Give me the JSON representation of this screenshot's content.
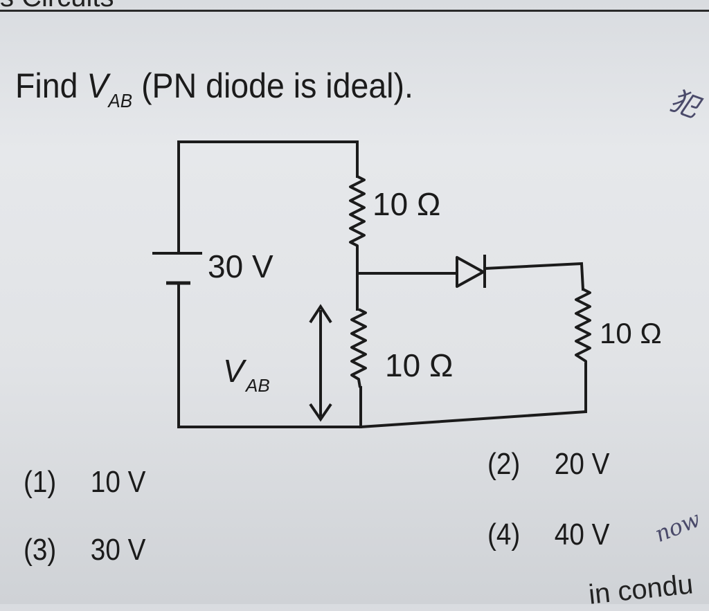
{
  "header": {
    "fragment": "s Circuits"
  },
  "question": {
    "prefix": "Find ",
    "var": "V",
    "var_sub": "AB",
    "suffix": " (PN diode is ideal)."
  },
  "circuit": {
    "source_label": "30 V",
    "r_top_label": "10 Ω",
    "r_bottom_label": "10 Ω",
    "r_right_label": "10 Ω",
    "vab_var": "V",
    "vab_sub": "AB"
  },
  "options": [
    {
      "num": "(1)",
      "text": "10 V"
    },
    {
      "num": "(2)",
      "text": "20 V"
    },
    {
      "num": "(3)",
      "text": "30 V"
    },
    {
      "num": "(4)",
      "text": "40 V"
    }
  ],
  "annotations": {
    "margin_top": "犯",
    "margin_side": "now"
  },
  "footer": {
    "fragment": "in condu"
  }
}
